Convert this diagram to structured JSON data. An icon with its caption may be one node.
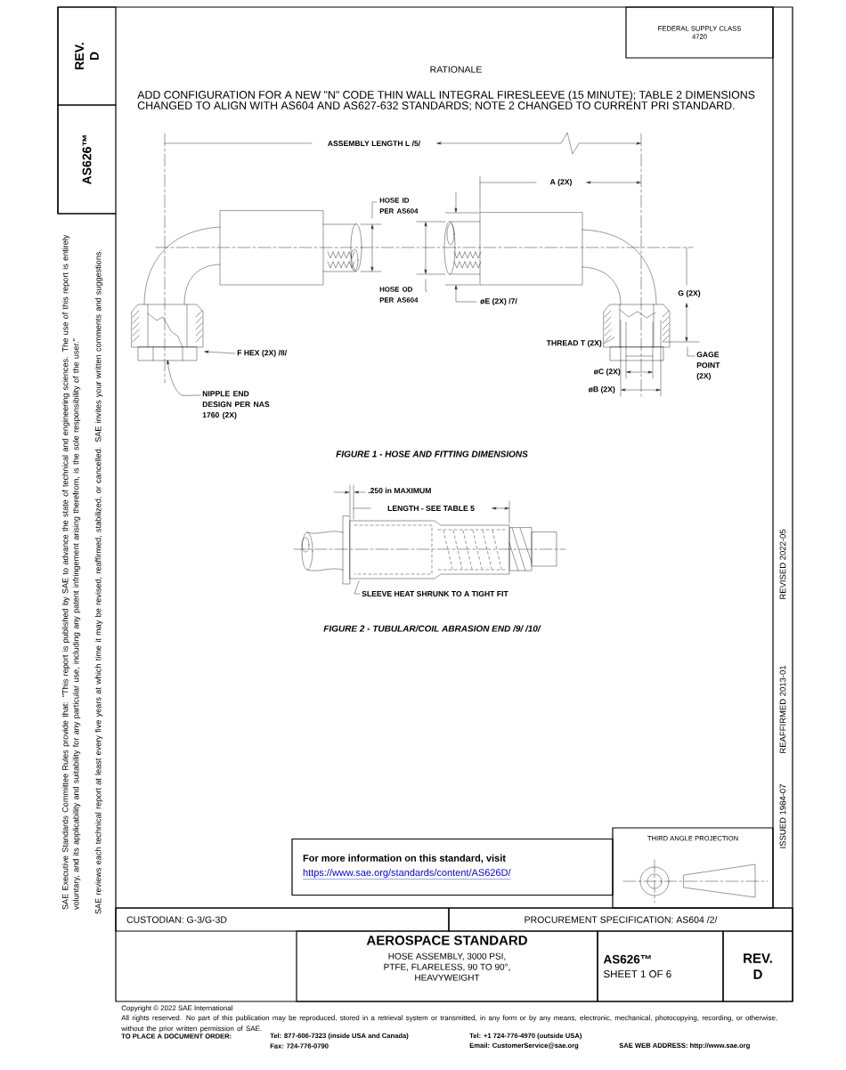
{
  "diagram": {
    "nodes": [
      {
        "text": [
          "REV. D"
        ]
      },
      {
        "text": [
          "AS626™"
        ]
      },
      {
        "text": [
          "FEDERAL SUPPLY CLASS 4720"
        ]
      },
      {
        "text": [
          "HOSE ID PER AS604"
        ]
      },
      {
        "text": [
          "HOSE OD PER AS604"
        ]
      },
      {
        "text": [
          "F HEX (2X) /8/"
        ]
      },
      {
        "text": [
          "THREAD T (2X)"
        ]
      },
      {
        "text": [
          "GAGE POINT (2X)"
        ]
      },
      {
        "text": [
          "NIPPLE END DESIGN PER NAS 1760 (2X)"
        ]
      },
      {
        "text": [
          "SLEEVE HEAT SHRUNK TO A TIGHT FIT"
        ]
      },
      {
        "text": [
          "THIRD ANGLE PROJECTION"
        ]
      },
      {
        "text": [
          "For more information on this standard, visit",
          "https://www.sae.org/standards/content/AS626D/"
        ]
      },
      {
        "text": [
          "CUSTODIAN: G-3/G-3D"
        ]
      },
      {
        "text": [
          "PROCUREMENT SPECIFICATION: AS604 /2/"
        ]
      },
      {
        "text": [
          "AEROSPACE STANDARD",
          "HOSE ASSEMBLY, 3000 PSI, PTFE, FLARELESS, 90 TO 90°, HEAVYWEIGHT"
        ]
      },
      {
        "text": [
          "AS626™",
          "SHEET 1 OF 6"
        ]
      },
      {
        "text": [
          "REV. D"
        ]
      }
    ],
    "edges": [
      {
        "from": 3,
        "to": null,
        "arrow": "none"
      },
      {
        "from": 4,
        "to": null,
        "arrow": "none"
      },
      {
        "from": 5,
        "to": null,
        "arrow": "to"
      },
      {
        "from": 6,
        "to": null,
        "arrow": "none"
      },
      {
        "from": 7,
        "to": null,
        "arrow": "none"
      },
      {
        "from": 8,
        "to": null,
        "arrow": "to"
      },
      {
        "from": 9,
        "to": null,
        "arrow": "none"
      }
    ],
    "labels": [
      "RATIONALE",
      "ADD CONFIGURATION FOR A NEW \"N\" CODE THIN WALL INTEGRAL FIRESLEEVE (15 MINUTE); TABLE 2 DIMENSIONS CHANGED TO ALIGN WITH AS604 AND AS627-632 STANDARDS; NOTE 2 CHANGED TO CURRENT PRI STANDARD.",
      "ASSEMBLY LENGTH L /5/",
      "A (2X)",
      "øE (2X) /7/",
      "G (2X)",
      "øC (2X)",
      "øB (2X)",
      "FIGURE 1 - HOSE AND FITTING DIMENSIONS",
      ".250 in MAXIMUM",
      "LENGTH - SEE TABLE 5",
      "FIGURE 2 - TUBULAR/COIL ABRASION END /9/ /10/",
      "SAE Executive Standards Committee Rules provide that: \"This report is published by SAE to advance the state of technical and engineering sciences. The use of this report is entirely voluntary, and its applicability and suitability for any particular use, including any patent infringement arising therefrom, is the sole responsibility of the user.\"",
      "SAE reviews each technical report at least every five years at which time it may be revised, reaffirmed, stabilized, or cancelled. SAE invites your written comments and suggestions.",
      "REVISED 2022-05",
      "REAFFIRMED 2013-01",
      "ISSUED 1984-07",
      "Copyright © 2022 SAE International",
      "All rights reserved. No part of this publication may be reproduced, stored in a retrieval system or transmitted, in any form or by any means, electronic, mechanical, photocopying, recording, or otherwise, without the prior written permission of SAE.",
      "TO PLACE A DOCUMENT ORDER:",
      "Tel: 877-606-7323 (inside USA and Canada)",
      "Fax: 724-776-0790",
      "Tel: +1 724-776-4970 (outside USA)",
      "Email: CustomerService@sae.org",
      "SAE WEB ADDRESS: http://www.sae.org"
    ]
  }
}
